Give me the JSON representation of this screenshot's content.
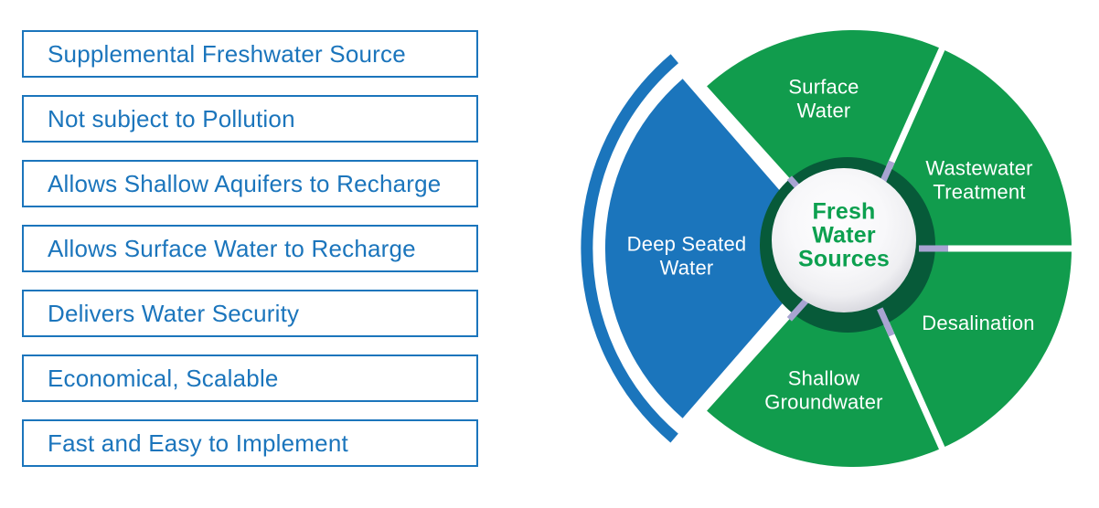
{
  "benefits": [
    "Supplemental Freshwater Source",
    "Not subject to Pollution",
    "Allows Shallow Aquifers to Recharge",
    "Allows Surface Water to Recharge",
    "Delivers Water Security",
    "Economical, Scalable",
    "Fast and Easy to Implement"
  ],
  "wheel": {
    "center_label": "Fresh\nWater\nSources",
    "segments": [
      {
        "label": "Surface\nWater",
        "color": "#119C4D"
      },
      {
        "label": "Wastewater\nTreatment",
        "color": "#119C4D"
      },
      {
        "label": "Desalination",
        "color": "#119C4D"
      },
      {
        "label": "Shallow\nGroundwater",
        "color": "#119C4D"
      },
      {
        "label": "Deep Seated\nWater",
        "color": "#1B75BC"
      }
    ]
  },
  "colors": {
    "brand_blue": "#1B75BC",
    "wheel_green": "#119C4D",
    "wheel_dark_green_ring": "#075A39",
    "separator_lavender": "#A8A4D2",
    "center_text_green": "#0CA04F",
    "segment_label_white": "#FFFFFF"
  }
}
